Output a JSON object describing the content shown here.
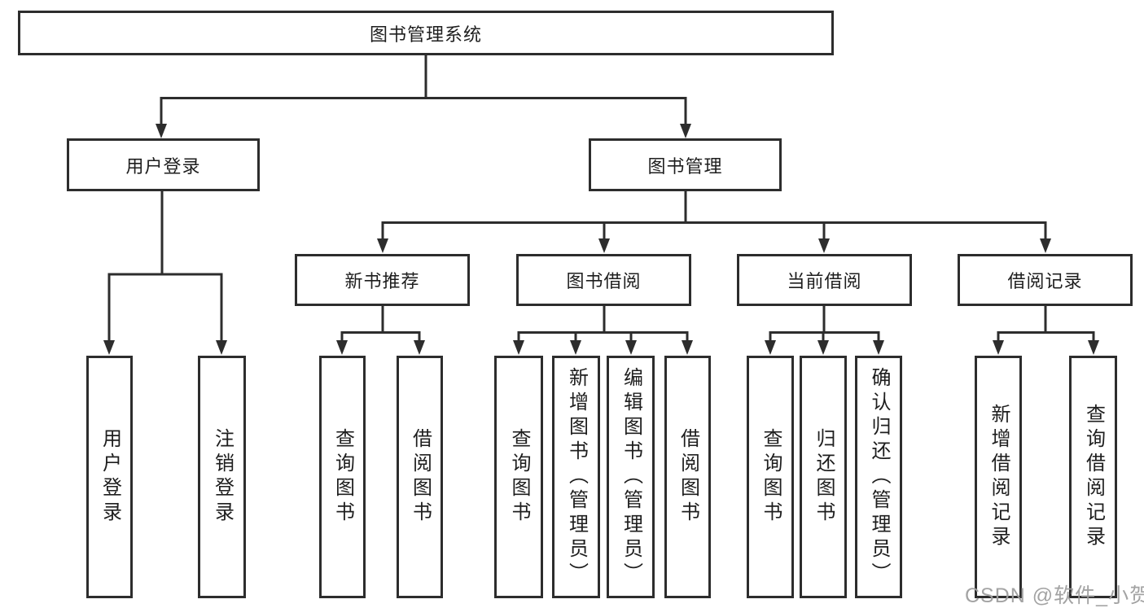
{
  "diagram": {
    "root": {
      "label": "图书管理系统"
    },
    "branches": [
      {
        "label": "用户登录",
        "children": [
          {
            "label": "用户登录"
          },
          {
            "label": "注销登录"
          }
        ]
      },
      {
        "label": "图书管理",
        "sections": [
          {
            "label": "新书推荐",
            "children": [
              {
                "label": "查询图书"
              },
              {
                "label": "借阅图书"
              }
            ]
          },
          {
            "label": "图书借阅",
            "children": [
              {
                "label": "查询图书"
              },
              {
                "label": "新增图书（管理员）"
              },
              {
                "label": "编辑图书（管理员）"
              },
              {
                "label": "借阅图书"
              }
            ]
          },
          {
            "label": "当前借阅",
            "children": [
              {
                "label": "查询图书"
              },
              {
                "label": "归还图书"
              },
              {
                "label": "确认归还（管理员）"
              }
            ]
          },
          {
            "label": "借阅记录",
            "children": [
              {
                "label": "新增借阅记录"
              },
              {
                "label": "查询借阅记录"
              }
            ]
          }
        ]
      }
    ],
    "watermark": "CSDN @软件_小贺同学",
    "colors": {
      "line": "#2d2d2d",
      "box_border": "#2d2d2d",
      "text": "#1e1e1e",
      "watermark": "#9e9e9e",
      "background": "#ffffff"
    }
  }
}
